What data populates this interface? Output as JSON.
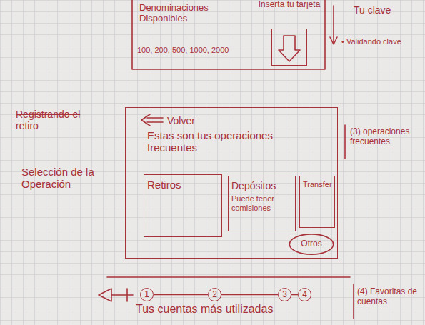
{
  "diagram": {
    "nodes": [
      {
        "text": [
          "Inserta tu tarjeta"
        ]
      },
      {
        "text": [
          "Volver",
          "Estas son tus operaciones frecuentes"
        ]
      },
      {
        "text": [
          "Retiros"
        ],
        "in": 1
      },
      {
        "text": [
          "Depósitos",
          "Puede tener comisiones"
        ],
        "in": 1
      },
      {
        "text": [
          "Transfer"
        ],
        "in": 1
      },
      {
        "text": [
          "Otros"
        ],
        "in": 1
      },
      {
        "text": [
          "1"
        ]
      },
      {
        "text": [
          "2"
        ]
      },
      {
        "text": [
          "3"
        ]
      },
      {
        "text": [
          "4"
        ]
      }
    ],
    "edges": [
      {
        "from": 6,
        "to": 7,
        "arrow": "none"
      },
      {
        "from": 7,
        "to": 8,
        "arrow": "none"
      },
      {
        "from": 8,
        "to": 9,
        "arrow": "none"
      }
    ],
    "labels": [
      "Denominaciones Disponibles",
      "100, 200, 500, 1000, 2000",
      "Tu clave",
      "• Validando clave",
      "Registrando el retiro",
      "Selección de la Operación",
      "(3) operaciones frecuentes",
      "Tus cuentas más utilizadas",
      "(4) Favoritas de cuentas"
    ]
  }
}
